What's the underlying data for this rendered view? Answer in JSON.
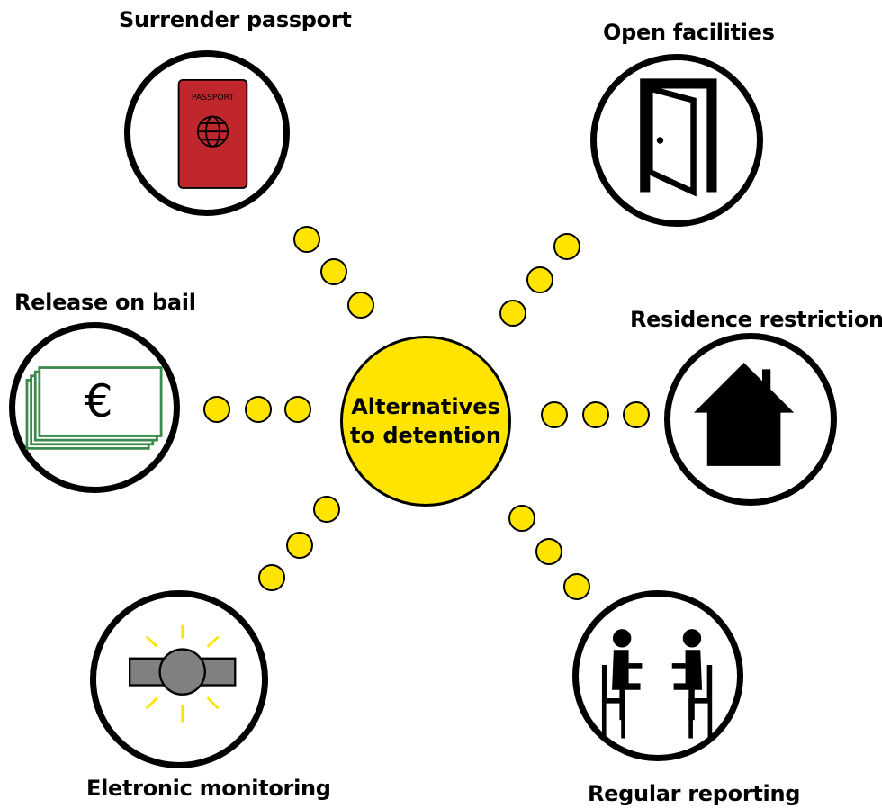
{
  "center": {
    "line1": "Alternatives",
    "line2": "to detention"
  },
  "nodes": {
    "passport": {
      "label": "Surrender passport",
      "icon": "passport-icon",
      "icon_text": "PASSPORT"
    },
    "facilities": {
      "label": "Open facilities",
      "icon": "open-door-icon"
    },
    "bail": {
      "label": "Release on bail",
      "icon": "euro-banknotes-icon",
      "icon_text": "€"
    },
    "residence": {
      "label": "Residence restrictions",
      "icon": "house-icon"
    },
    "monitoring": {
      "label": "Eletronic monitoring",
      "icon": "ankle-monitor-icon"
    },
    "reporting": {
      "label": "Regular reporting",
      "icon": "people-meeting-icon"
    }
  },
  "colors": {
    "connector": "#ffe400",
    "passport": "#c0272d",
    "banknote": "#3a8a4a",
    "monitor": "#808080"
  }
}
